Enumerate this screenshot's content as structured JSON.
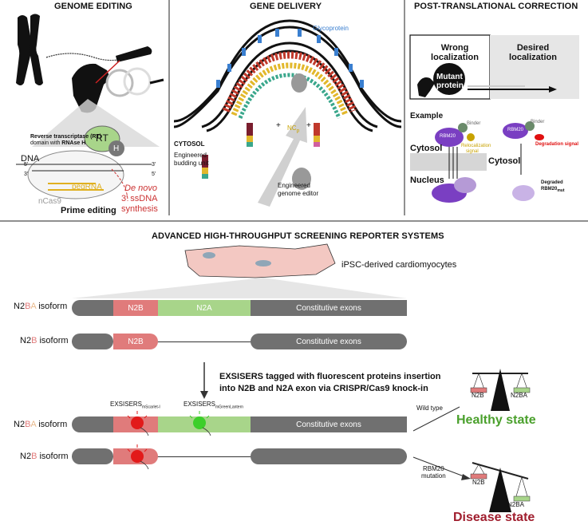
{
  "sections": {
    "genome_editing": "GENOME EDITING",
    "gene_delivery": "GENE DELIVERY",
    "ptc": "POST-TRANSLATIONAL CORRECTION",
    "screening": "ADVANCED HIGH-THROUGHPUT SCREENING REPORTER SYSTEMS"
  },
  "genome_editing": {
    "rt_line1": "Reverse transcriptase (RT)",
    "rt_line2_prefix": "domain with ",
    "rt_line2_bold": "RNAse H",
    "rt": "RT",
    "h": "H",
    "dna": "DNA",
    "five1": "5'",
    "three1": "3'",
    "three2": "3'",
    "five2": "5'",
    "pegrna": "pegRNA",
    "ncas9": "nCas9",
    "prime": "Prime editing",
    "denovo1": "De novo",
    "denovo2": "3' ssDNA",
    "denovo3": "synthesis"
  },
  "gene_delivery": {
    "glycoprotein": "Glycoprotein",
    "cytosol": "CYTOSOL",
    "budding1": "Engineered",
    "budding2": "budding unit",
    "editor1": "Engineered",
    "editor2": "genome editor",
    "ncp": "NC",
    "ncp_sub": "p",
    "plus1": "+",
    "plus2": "+"
  },
  "ptc": {
    "wrong1": "Wrong",
    "wrong2": "localization",
    "desired1": "Desired",
    "desired2": "localization",
    "mutant1": "Mutant",
    "mutant2": "protein",
    "example": "Example",
    "binder1": "Binder",
    "binder2": "Binder",
    "rbm20a": "RBM20",
    "rbm20b": "RBM20",
    "reloc1": "Relocalization",
    "reloc2": "signal",
    "deg_signal": "Degradation signal",
    "cytosol1": "Cytosol",
    "cytosol2": "Cytosol",
    "nucleus": "Nucleus",
    "degraded1": "Degraded",
    "degraded2": "RBM20",
    "degraded_sub": "mut"
  },
  "screening": {
    "ipsc": "iPSC-derived cardiomyocytes",
    "iso1_pre": "N2",
    "iso1_mid": "B",
    "iso1_mid2": "A",
    "iso1_post": " isoform",
    "iso2_pre": "N2",
    "iso2_mid": "B",
    "iso2_post": " isoform",
    "n2b": "N2B",
    "n2a": "N2A",
    "constitutive": "Constitutive exons",
    "exsiser_line1": "EXSISERS tagged with fluorescent proteins insertion",
    "exsiser_line2": "into N2B and N2A exon via CRISPR/Cas9 knock-in",
    "exs_scarlet": "EXSISERS",
    "exs_scarlet_sub": "mScarlet-I",
    "exs_green": "EXSISERS",
    "exs_green_sub": "mGreenLantern",
    "wild_type": "Wild type",
    "rbm20_mut1": "RBM20",
    "rbm20_mut2": "mutation",
    "scale_n2b_1": "N2B",
    "scale_n2ba_1": "N2BA",
    "scale_n2b_2": "N2B",
    "scale_n2ba_2": "N2BA",
    "healthy": "Healthy state",
    "disease": "Disease state"
  },
  "colors": {
    "n2b_red": "#e07b7b",
    "n2a_green": "#a8d58a",
    "exon_gray": "#707070",
    "healthy": "#4aa02c",
    "disease": "#a01e2e",
    "purple": "#7a3fc2",
    "glyco_blue": "#3a7fd0"
  }
}
